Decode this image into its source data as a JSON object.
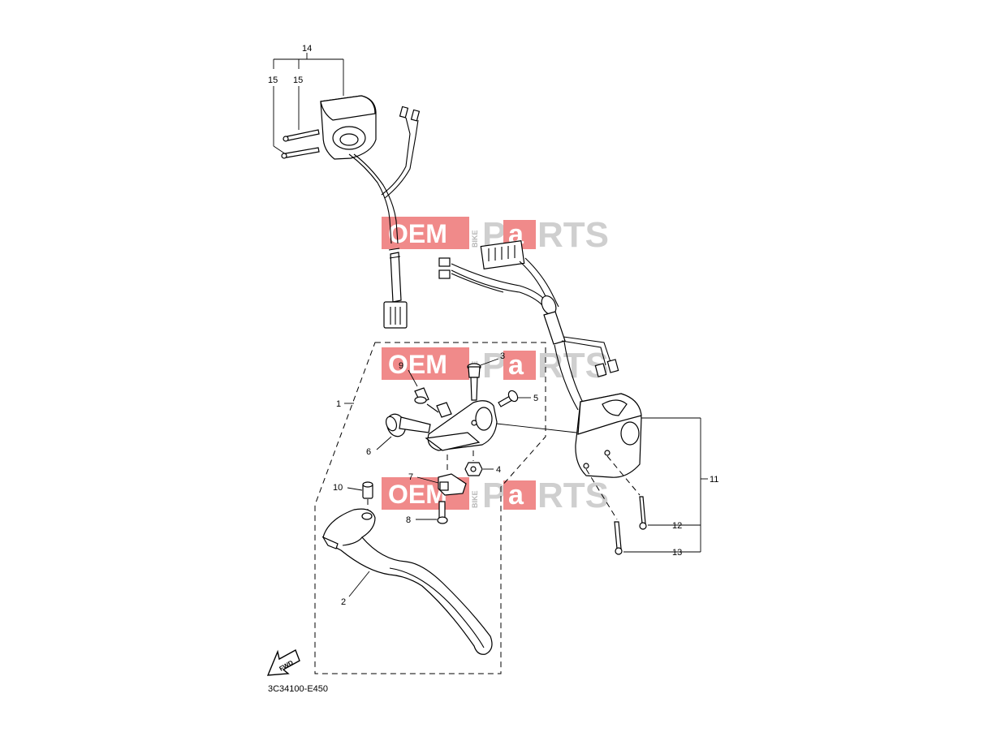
{
  "diagram": {
    "code": "3C34100-E450",
    "fwd_label": "FWD",
    "colors": {
      "watermark_red": "#f08a8a",
      "watermark_gray": "#cfcfcf",
      "line": "#000000"
    }
  },
  "watermark": {
    "oem": "OEM",
    "bike": "BIKE",
    "p": "P",
    "a": "a",
    "rts": "RTS"
  },
  "callouts": {
    "c1": "1",
    "c2": "2",
    "c3": "3",
    "c4": "4",
    "c5": "5",
    "c6": "6",
    "c7": "7",
    "c8": "8",
    "c9": "9",
    "c10": "10",
    "c11": "11",
    "c12": "12",
    "c13": "13",
    "c14": "14",
    "c15a": "15",
    "c15b": "15"
  }
}
